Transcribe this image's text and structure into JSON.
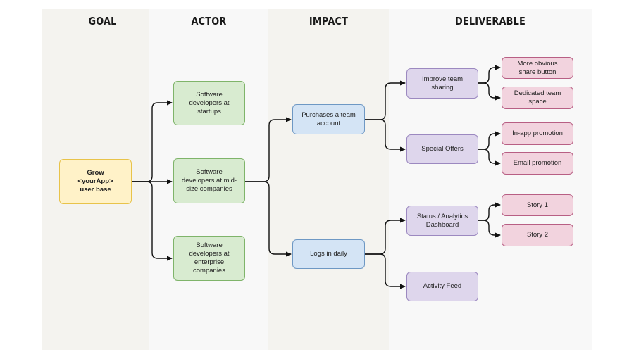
{
  "columns": {
    "goal": "GOAL",
    "actor": "ACTOR",
    "impact": "IMPACT",
    "deliverable": "DELIVERABLE"
  },
  "goal": "Grow\n<yourApp>\nuser base",
  "actors": [
    "Software\ndevelopers at\nstartups",
    "Software\ndevelopers at mid-\nsize companies",
    "Software\ndevelopers at\nenterprise\ncompanies"
  ],
  "impacts": [
    "Purchases a team\naccount",
    "Logs in daily"
  ],
  "deliverables": [
    "Improve team\nsharing",
    "Special Offers",
    "Status / Analytics\nDashboard",
    "Activity Feed"
  ],
  "stories": [
    "More obvious\nshare button",
    "Dedicated team\nspace",
    "In-app promotion",
    "Email promotion",
    "Story 1",
    "Story 2"
  ],
  "colors": {
    "goal_fill": "#fff2c8",
    "actor_fill": "#d8ebd0",
    "impact_fill": "#d4e4f5",
    "deliverable_fill": "#ded6ec",
    "story_fill": "#f2d3de",
    "edge": "#111111"
  }
}
